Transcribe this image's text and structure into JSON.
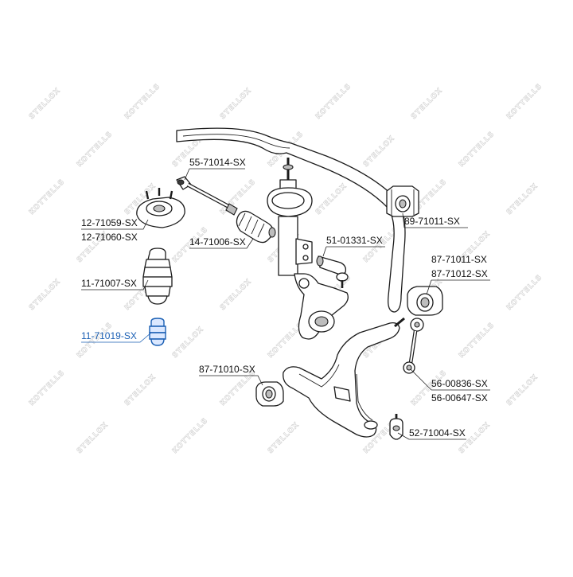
{
  "watermark": {
    "brand_a": "STELLOX",
    "brand_b": "KOTTELLS"
  },
  "labels": {
    "stab_link_rod": "55-71014-SX",
    "strut_mount": "12-71059-SX",
    "strut_mount_alt": "12-71060-SX",
    "steering_boot": "14-71006-SX",
    "stabilizer_bushing": "89-71011-SX",
    "tie_rod_end": "51-01331-SX",
    "dust_boot": "11-71007-SX",
    "arm_bushing_rear": "87-71011-SX",
    "arm_bushing_rear_alt": "87-71012-SX",
    "bump_stop": "11-71019-SX",
    "arm_bushing_front": "87-71010-SX",
    "stab_link": "56-00836-SX",
    "stab_link_alt": "56-00647-SX",
    "ball_joint": "52-71004-SX"
  },
  "colors": {
    "highlight": "#1a5fb4",
    "line": "#1b1b1b"
  }
}
